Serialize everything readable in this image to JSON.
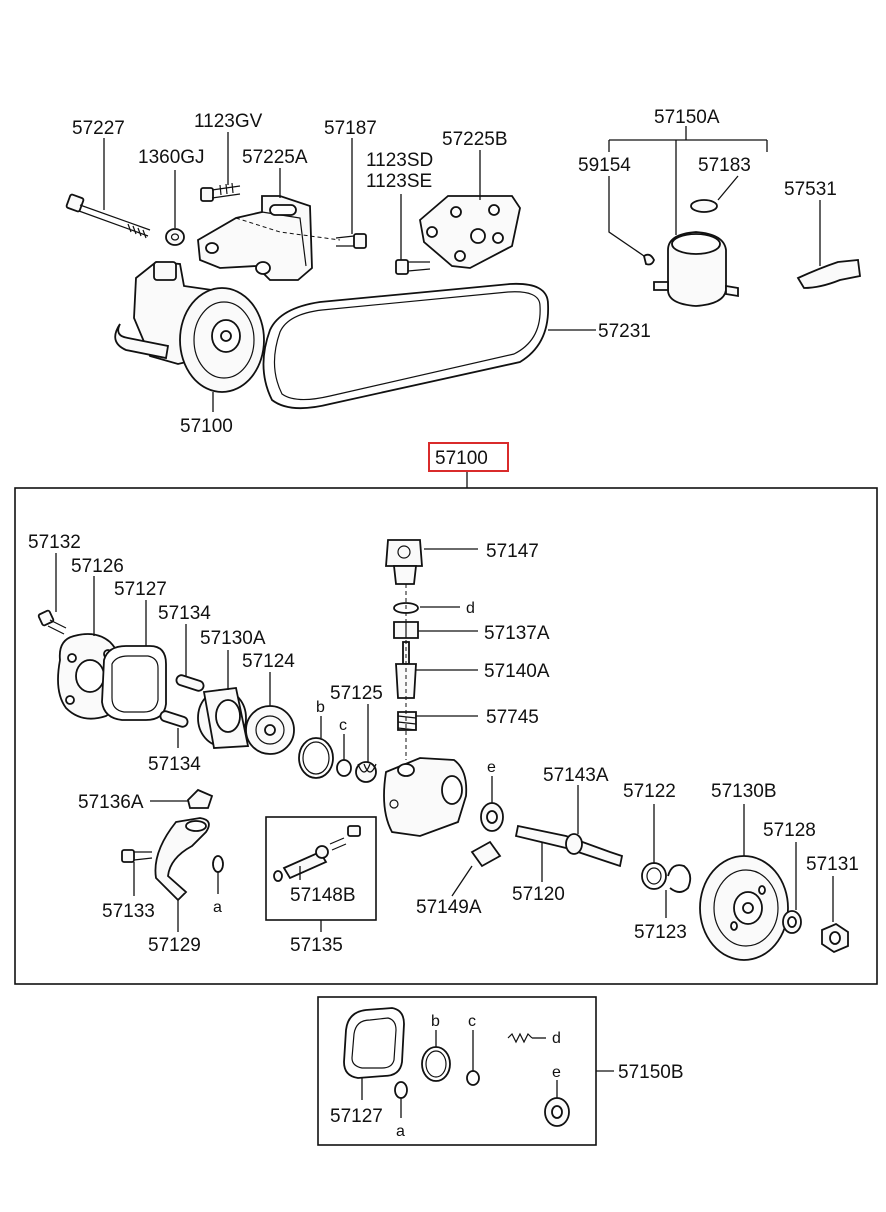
{
  "callouts": {
    "p57227": "57227",
    "p1360GJ": "1360GJ",
    "p1123GV": "1123GV",
    "p57225A": "57225A",
    "p57187": "57187",
    "p1123SD": "1123SD",
    "p1123SE": "1123SE",
    "p57225B": "57225B",
    "p57150A": "57150A",
    "p59154": "59154",
    "p57183": "57183",
    "p57531": "57531",
    "p57231": "57231",
    "p57100_top": "57100",
    "p57100_box": "57100",
    "p57132": "57132",
    "p57126": "57126",
    "p57127": "57127",
    "p57134_a": "57134",
    "p57130A": "57130A",
    "p57124": "57124",
    "p57125": "57125",
    "p57147": "57147",
    "p57137A": "57137A",
    "p57140A": "57140A",
    "p57745": "57745",
    "p57134_b": "57134",
    "p57136A": "57136A",
    "p57133": "57133",
    "p57129": "57129",
    "p57148B": "57148B",
    "p57135": "57135",
    "p57149A": "57149A",
    "p57120": "57120",
    "p57143A": "57143A",
    "p57122": "57122",
    "p57130B": "57130B",
    "p57128": "57128",
    "p57131": "57131",
    "p57123": "57123",
    "p57127_kit": "57127",
    "p57150B": "57150B"
  },
  "letters": {
    "b1": "b",
    "c1": "c",
    "d1": "d",
    "e1": "e",
    "a1": "a",
    "b2": "b",
    "c2": "c",
    "d2": "d",
    "e2": "e",
    "a2": "a"
  },
  "highlight_color": "#d92b2b"
}
